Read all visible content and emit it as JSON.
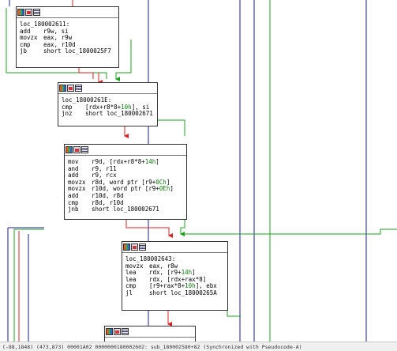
{
  "colors": {
    "edge_true": "#1aa31a",
    "edge_false": "#e02020",
    "edge_normal": "#1a1aa8",
    "green_edge": "#22aa22",
    "immediate": "#0a7a0a"
  },
  "blocks": [
    {
      "label": "loc_180002611:",
      "lines": [
        {
          "mnemonic": "add",
          "operands": "r9w, si"
        },
        {
          "mnemonic": "movzx",
          "operands": "eax, r9w"
        },
        {
          "mnemonic": "cmp",
          "operands": "eax, r10d"
        },
        {
          "mnemonic": "jb",
          "operands": "short loc_1800025F7"
        }
      ]
    },
    {
      "label": "loc_18000261E:",
      "lines": [
        {
          "mnemonic": "cmp",
          "operands": "[rdx+r8*8+10h], si"
        },
        {
          "mnemonic": "jnz",
          "operands": "short loc_180002671"
        }
      ]
    },
    {
      "label": "",
      "lines": [
        {
          "mnemonic": "mov",
          "operands": "r9d, [rdx+r8*8+14h]"
        },
        {
          "mnemonic": "and",
          "operands": "r9, r11"
        },
        {
          "mnemonic": "add",
          "operands": "r9, rcx"
        },
        {
          "mnemonic": "movzx",
          "operands": "r8d, word ptr [r9+0Ch]"
        },
        {
          "mnemonic": "movzx",
          "operands": "r10d, word ptr [r9+0Eh]"
        },
        {
          "mnemonic": "add",
          "operands": "r10d, r8d"
        },
        {
          "mnemonic": "cmp",
          "operands": "r8d, r10d"
        },
        {
          "mnemonic": "jnb",
          "operands": "short loc_180002671"
        }
      ]
    },
    {
      "label": "loc_180002643:",
      "lines": [
        {
          "mnemonic": "movzx",
          "operands": "eax, r8w"
        },
        {
          "mnemonic": "lea",
          "operands": "rdx, [r9+14h]"
        },
        {
          "mnemonic": "lea",
          "operands": "rdx, [rdx+rax*8]"
        },
        {
          "mnemonic": "cmp",
          "operands": "[r9+rax*8+10h], ebx"
        },
        {
          "mnemonic": "jl",
          "operands": "short loc_18000265A"
        }
      ]
    },
    {
      "label": "",
      "lines": []
    }
  ],
  "status_bar": "(-88,1848) (473,873) 00001A02 0000000180002602: sub_180002580+82 (Synchronized with Pseudocode-A)"
}
